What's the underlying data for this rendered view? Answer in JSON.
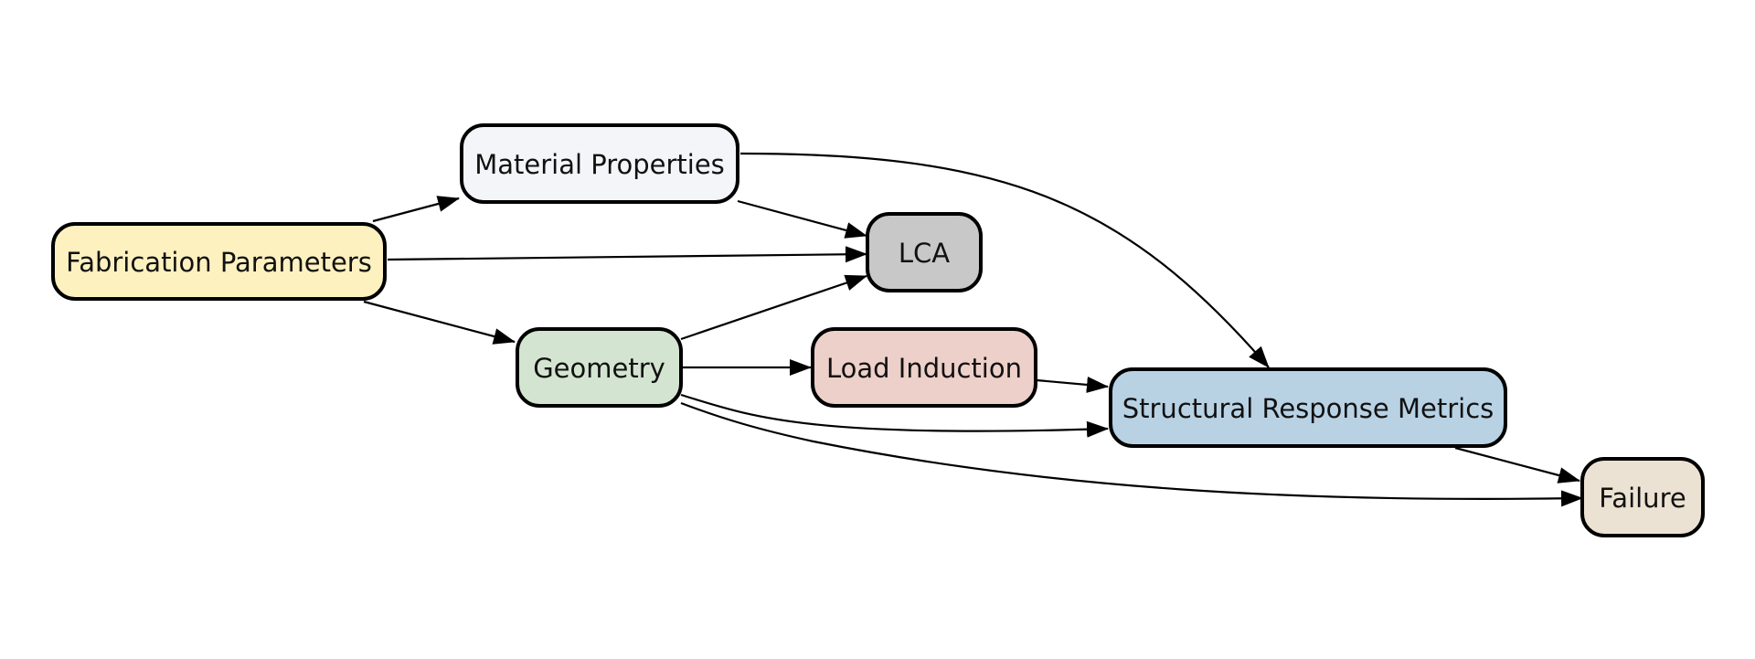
{
  "diagram": {
    "nodes": [
      {
        "id": "fabrication",
        "label": "Fabrication Parameters",
        "color": "#fdf1bf"
      },
      {
        "id": "material",
        "label": "Material Properties",
        "color": "#f4f5f8"
      },
      {
        "id": "lca",
        "label": "LCA",
        "color": "#c8c8c8"
      },
      {
        "id": "geometry",
        "label": "Geometry",
        "color": "#d3e5d0"
      },
      {
        "id": "load",
        "label": "Load Induction",
        "color": "#edd0c9"
      },
      {
        "id": "structural",
        "label": "Structural Response Metrics",
        "color": "#b8d2e4"
      },
      {
        "id": "failure",
        "label": "Failure",
        "color": "#ece2d3"
      }
    ],
    "edges": [
      {
        "from": "fabrication",
        "to": "material"
      },
      {
        "from": "fabrication",
        "to": "lca"
      },
      {
        "from": "fabrication",
        "to": "geometry"
      },
      {
        "from": "material",
        "to": "lca"
      },
      {
        "from": "material",
        "to": "structural"
      },
      {
        "from": "geometry",
        "to": "lca"
      },
      {
        "from": "geometry",
        "to": "load"
      },
      {
        "from": "geometry",
        "to": "structural"
      },
      {
        "from": "geometry",
        "to": "failure"
      },
      {
        "from": "load",
        "to": "structural"
      },
      {
        "from": "structural",
        "to": "failure"
      }
    ]
  }
}
